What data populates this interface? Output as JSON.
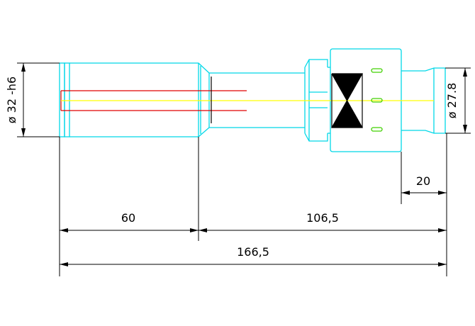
{
  "dimensions": {
    "shank_diameter": "ø 32 -h6",
    "output_diameter": "ø 27.8",
    "shank_length": "60",
    "body_length": "106,5",
    "total_length": "166,5",
    "output_length": "20"
  },
  "colors": {
    "outline": "#00d8e8",
    "dimension": "#000000",
    "bore": "#e00000",
    "centerline": "#ffff00",
    "marks": "#40d000"
  }
}
